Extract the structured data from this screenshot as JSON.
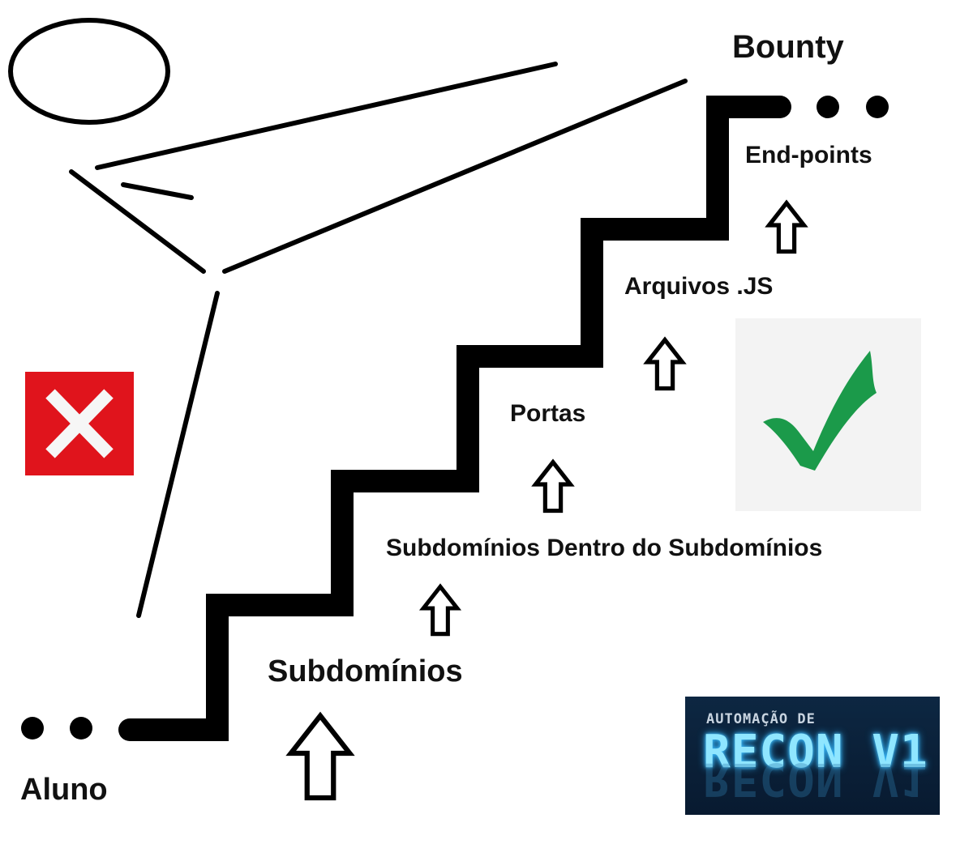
{
  "labels": {
    "bounty": "Bounty",
    "endpoints": "End-points",
    "arquivos_js": "Arquivos .JS",
    "portas": "Portas",
    "subdominios_dentro": "Subdomínios Dentro do Subdomínios",
    "subdominios": "Subdomínios",
    "aluno": "Aluno"
  },
  "badge": {
    "top_text": "AUTOMAÇÃO DE",
    "main_text": "RECON V1"
  },
  "icons": {
    "wrong": "x-mark-icon",
    "right": "checkmark-icon",
    "step_arrow": "up-arrow-icon"
  },
  "colors": {
    "x_background": "#e0141c",
    "check_green": "#1b9a4a",
    "badge_glow": "#8fe6ff",
    "badge_background": "#0b2239",
    "line": "#000000"
  }
}
